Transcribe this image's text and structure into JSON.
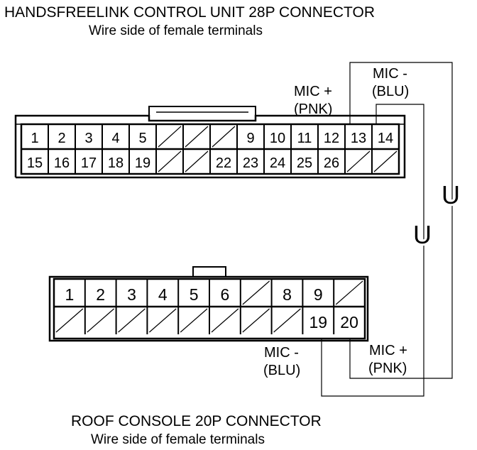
{
  "top_connector": {
    "title": "HANDSFREELINK CONTROL UNIT 28P CONNECTOR",
    "subtitle": "Wire side of female terminals",
    "row1": [
      "1",
      "2",
      "3",
      "4",
      "5",
      "",
      "",
      "",
      "9",
      "10",
      "11",
      "12",
      "13",
      "14"
    ],
    "row2": [
      "15",
      "16",
      "17",
      "18",
      "19",
      "",
      "",
      "22",
      "23",
      "24",
      "25",
      "26",
      "",
      ""
    ]
  },
  "bottom_connector": {
    "title": "ROOF CONSOLE 20P CONNECTOR",
    "subtitle": "Wire side of female terminals",
    "row1": [
      "1",
      "2",
      "3",
      "4",
      "5",
      "6",
      "",
      "8",
      "9",
      ""
    ],
    "row2": [
      "",
      "",
      "",
      "",
      "",
      "",
      "",
      "",
      "19",
      "20"
    ]
  },
  "wires": {
    "mic_plus_top": "MIC +",
    "mic_plus_top_color": "(PNK)",
    "mic_minus_top": "MIC -",
    "mic_minus_top_color": "(BLU)",
    "mic_minus_bottom": "MIC -",
    "mic_minus_bottom_color": "(BLU)",
    "mic_plus_bottom": "MIC +",
    "mic_plus_bottom_color": "(PNK)",
    "symbol_a": "U",
    "symbol_b": "U"
  }
}
